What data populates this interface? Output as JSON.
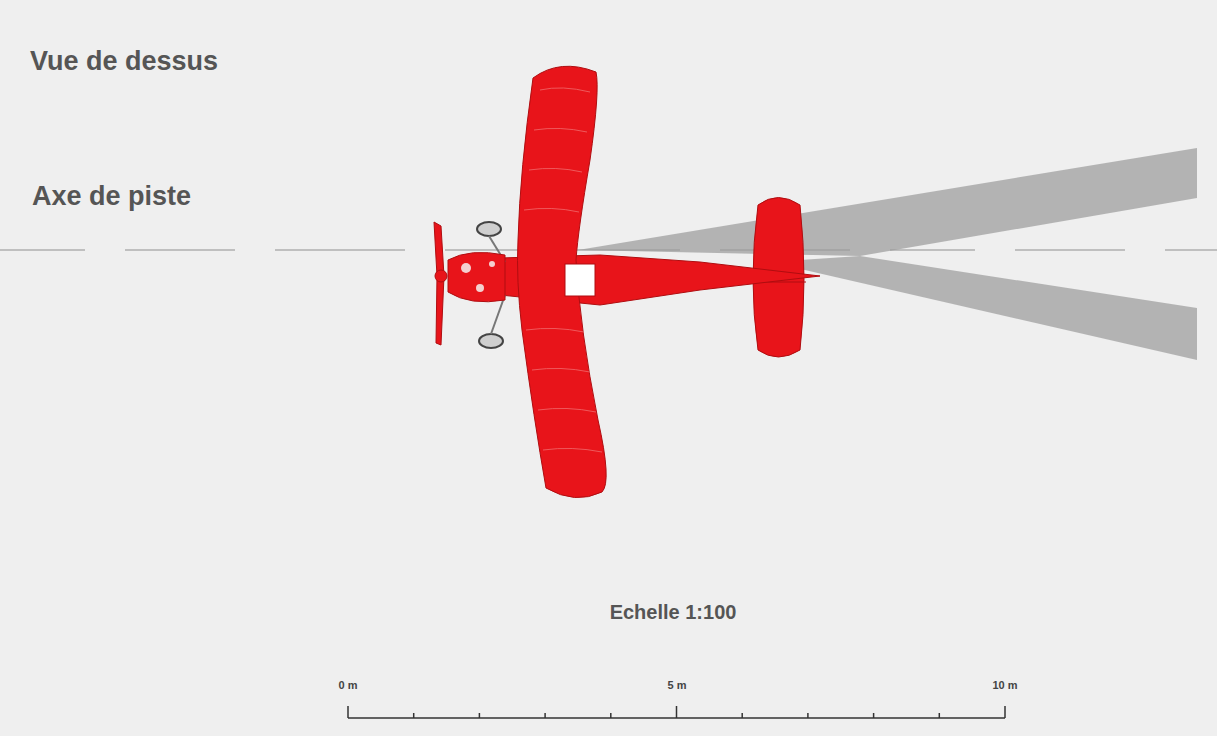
{
  "diagram": {
    "title": "Vue de dessus",
    "labels": [
      "Axe de piste",
      "Echelle 1:100",
      "0 m",
      "5 m",
      "10 m"
    ]
  }
}
